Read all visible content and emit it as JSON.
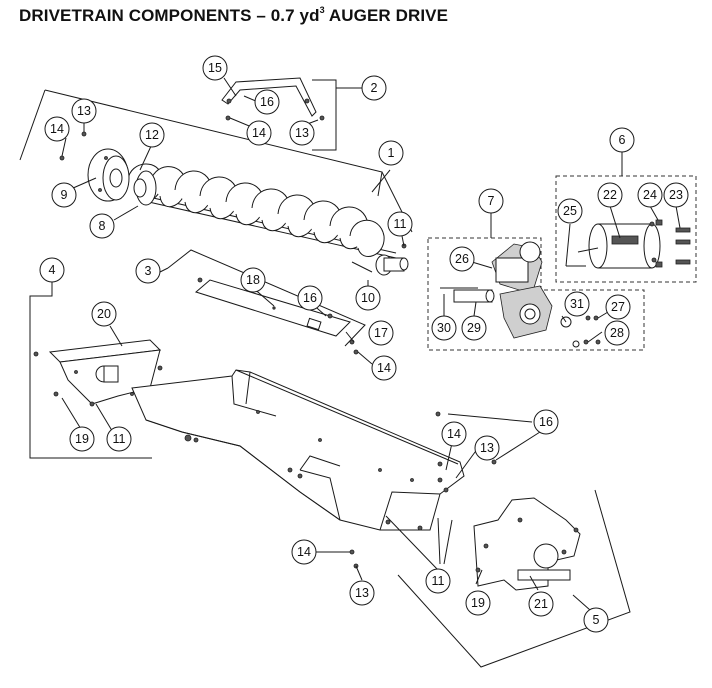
{
  "title": {
    "main": "DRIVETRAIN COMPONENTS – 0.7 yd",
    "superscript": "3",
    "suffix": " AUGER DRIVE"
  },
  "callouts": {
    "c1": "1",
    "c2": "2",
    "c3": "3",
    "c4": "4",
    "c5": "5",
    "c6": "6",
    "c7": "7",
    "c8": "8",
    "c9": "9",
    "c10": "10",
    "c11a": "11",
    "c11b": "11",
    "c11c": "11",
    "c12": "12",
    "c13a": "13",
    "c13b": "13",
    "c13c": "13",
    "c13d": "13",
    "c14a": "14",
    "c14b": "14",
    "c14c": "14",
    "c14d": "14",
    "c14e": "14",
    "c15": "15",
    "c16a": "16",
    "c16b": "16",
    "c16c": "16",
    "c17": "17",
    "c18": "18",
    "c19a": "19",
    "c19b": "19",
    "c20": "20",
    "c21": "21",
    "c22": "22",
    "c23": "23",
    "c24": "24",
    "c25": "25",
    "c26": "26",
    "c27": "27",
    "c28": "28",
    "c29": "29",
    "c30": "30",
    "c31": "31"
  }
}
